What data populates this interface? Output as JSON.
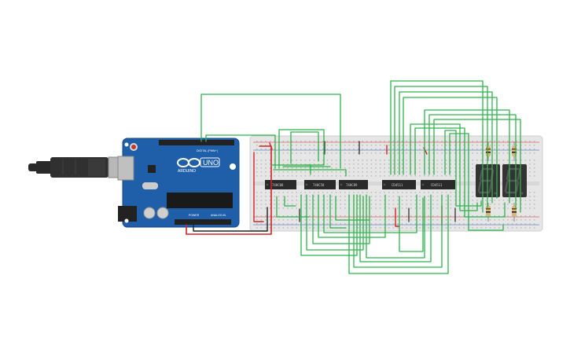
{
  "arduino": {
    "brand": "ARDUINO",
    "model": "UNO",
    "header_digital": "DIGITAL (PWM~)",
    "header_power": "POWER",
    "header_analog": "ANALOG IN"
  },
  "chips": [
    {
      "label": "74HC08"
    },
    {
      "label": "74HC58"
    },
    {
      "label": "74HC89"
    },
    {
      "label": "CD4511"
    },
    {
      "label": "CD4511"
    }
  ],
  "displays": [
    {
      "digit": "8."
    },
    {
      "digit": "8."
    }
  ],
  "colors": {
    "wire_green": "#2db34a",
    "wire_red": "#d42222",
    "wire_black": "#222222",
    "board_blue": "#1f5ea8",
    "breadboard": "#e6e6e6",
    "chip": "#2a2a2a",
    "display": "#333333",
    "usb_cable": "#2a2a2a"
  }
}
